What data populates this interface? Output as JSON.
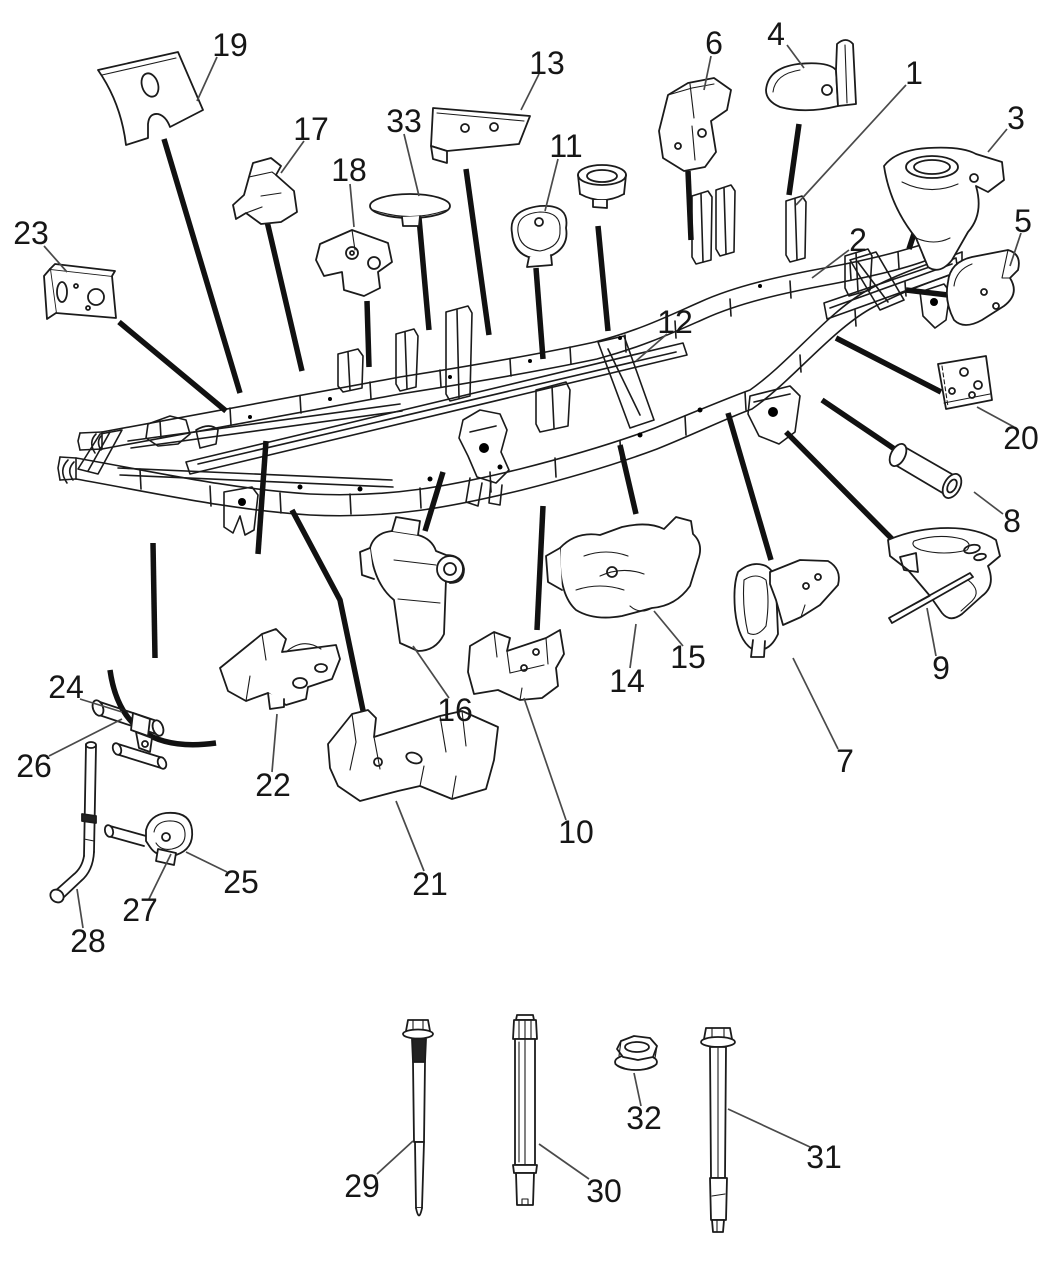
{
  "diagram": {
    "type": "exploded-parts-diagram",
    "subject": "vehicle-frame-chassis-and-mounting-parts",
    "background_color": "#ffffff",
    "ink_color": "#1b1b1b",
    "thin_leader_color": "#4a4a4a",
    "thick_leader_color": "#111111",
    "callouts": [
      {
        "label": "1"
      },
      {
        "label": "2"
      },
      {
        "label": "3"
      },
      {
        "label": "4"
      },
      {
        "label": "5"
      },
      {
        "label": "6"
      },
      {
        "label": "7"
      },
      {
        "label": "8"
      },
      {
        "label": "9"
      },
      {
        "label": "10"
      },
      {
        "label": "11"
      },
      {
        "label": "12"
      },
      {
        "label": "13"
      },
      {
        "label": "14"
      },
      {
        "label": "15"
      },
      {
        "label": "16"
      },
      {
        "label": "17"
      },
      {
        "label": "18"
      },
      {
        "label": "19"
      },
      {
        "label": "20"
      },
      {
        "label": "21"
      },
      {
        "label": "22"
      },
      {
        "label": "23"
      },
      {
        "label": "24"
      },
      {
        "label": "25"
      },
      {
        "label": "26"
      },
      {
        "label": "27"
      },
      {
        "label": "28"
      },
      {
        "label": "29"
      },
      {
        "label": "30"
      },
      {
        "label": "31"
      },
      {
        "label": "32"
      },
      {
        "label": "33"
      }
    ]
  }
}
